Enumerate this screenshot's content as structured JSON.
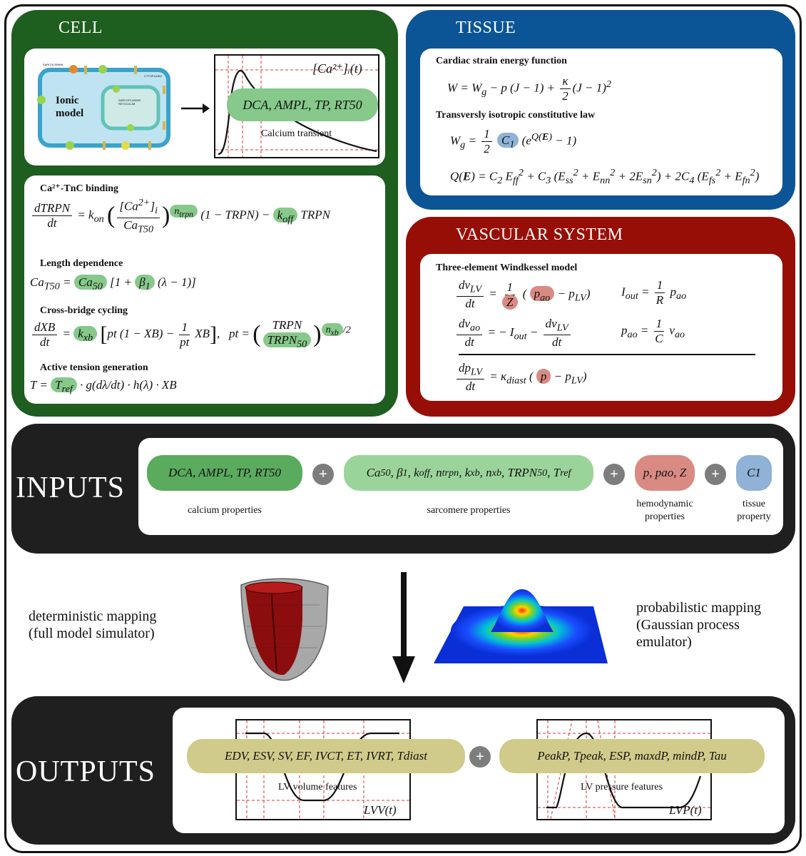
{
  "colors": {
    "cell": "#1e5e1f",
    "tissue": "#0b5596",
    "vascular": "#970e06",
    "dark": "#1f1f1f",
    "green_hl": "#86c98a",
    "green_pill": "#5aab5e",
    "light_green_pill": "#9bd49a",
    "red_pill": "#d98a82",
    "blue_pill": "#8fb2d6",
    "olive_pill": "#d0cb8a"
  },
  "cell": {
    "title": "CELL",
    "ionic_model_label": "Ionic model",
    "ionic_tiny_labels": [
      "SARCOLEMMA",
      "CYTOPLASM",
      "SARCOPLASMIC RETICULUM"
    ],
    "calcium_plot_label": "[Ca²⁺]ᵢ(t)",
    "calcium_pill": "DCA, AMPL, TP, RT50",
    "calcium_caption": "Calcium transient",
    "sections": {
      "tnc": "Ca²⁺-TnC binding",
      "length": "Length dependence",
      "xb": "Cross-bridge cycling",
      "tension": "Active tension generation"
    }
  },
  "tissue": {
    "title": "TISSUE",
    "strain_heading": "Cardiac strain energy function",
    "law_heading": "Transversly isotropic constitutive law"
  },
  "vascular": {
    "title": "VASCULAR SYSTEM",
    "heading": "Three-element Windkessel model"
  },
  "inputs": {
    "title": "INPUTS",
    "calcium_pill": "DCA, AMPL, TP, RT50",
    "calcium_caption": "calcium properties",
    "sarcomere_caption": "sarcomere properties",
    "hemo_pill": "p, pao, Z",
    "hemo_caption": "hemodynamic properties",
    "tissue_pill": "C1",
    "tissue_caption": "tissue property",
    "plus": "+"
  },
  "mapping": {
    "deterministic": "deterministic mapping (full model simulator)",
    "probabilistic": "probabilistic mapping (Gaussian process emulator)"
  },
  "outputs": {
    "title": "OUTPUTS",
    "volume_pill": "EDV, ESV, SV, EF, IVCT, ET, IVRT, Tdiast",
    "volume_caption": "LV volume features",
    "volume_label": "LVV(t)",
    "pressure_pill": "PeakP, Tpeak, ESP, maxdP, mindP, Tau",
    "pressure_caption": "LV pressure features",
    "pressure_label": "LVP(t)",
    "plus": "+"
  }
}
